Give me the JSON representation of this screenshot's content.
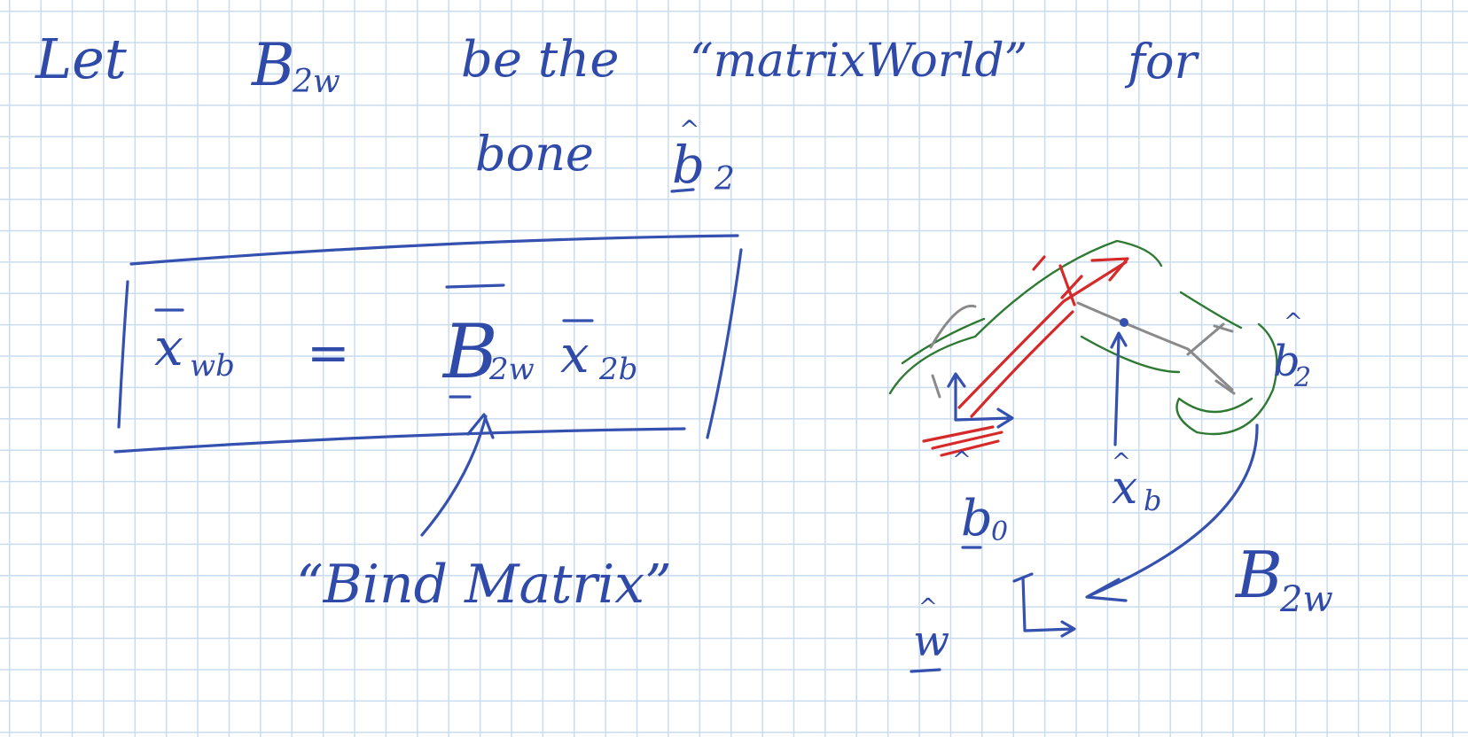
{
  "note": {
    "line1": {
      "let": "Let",
      "matrix_main": "B",
      "matrix_sub": "2w",
      "middle": "be the",
      "quoted": "“matrixWorld”",
      "tail": "for"
    },
    "line2": {
      "word": "bone",
      "symbol": "b",
      "symbol_sub": "2",
      "symbol_hat": "^"
    },
    "equation": {
      "lhs_var": "x",
      "lhs_sub": "wb",
      "equals": "=",
      "matrix": "B",
      "matrix_sub": "2w",
      "rhs_var": "x",
      "rhs_sub": "2b"
    },
    "caption": "“Bind Matrix”"
  },
  "diagram": {
    "labels": {
      "b0": "b",
      "b0_sub": "0",
      "b2": "b",
      "b2_sub": "2",
      "xb": "x",
      "xb_sub": "b",
      "w": "w",
      "B2w": "B",
      "B2w_sub": "2w",
      "hat": "^"
    },
    "ink_colors": {
      "blue": "#3551b0",
      "red": "#d62a2a",
      "green": "#2f7a33",
      "gray": "#8a8a8a",
      "grid": "#c9dcef"
    }
  }
}
